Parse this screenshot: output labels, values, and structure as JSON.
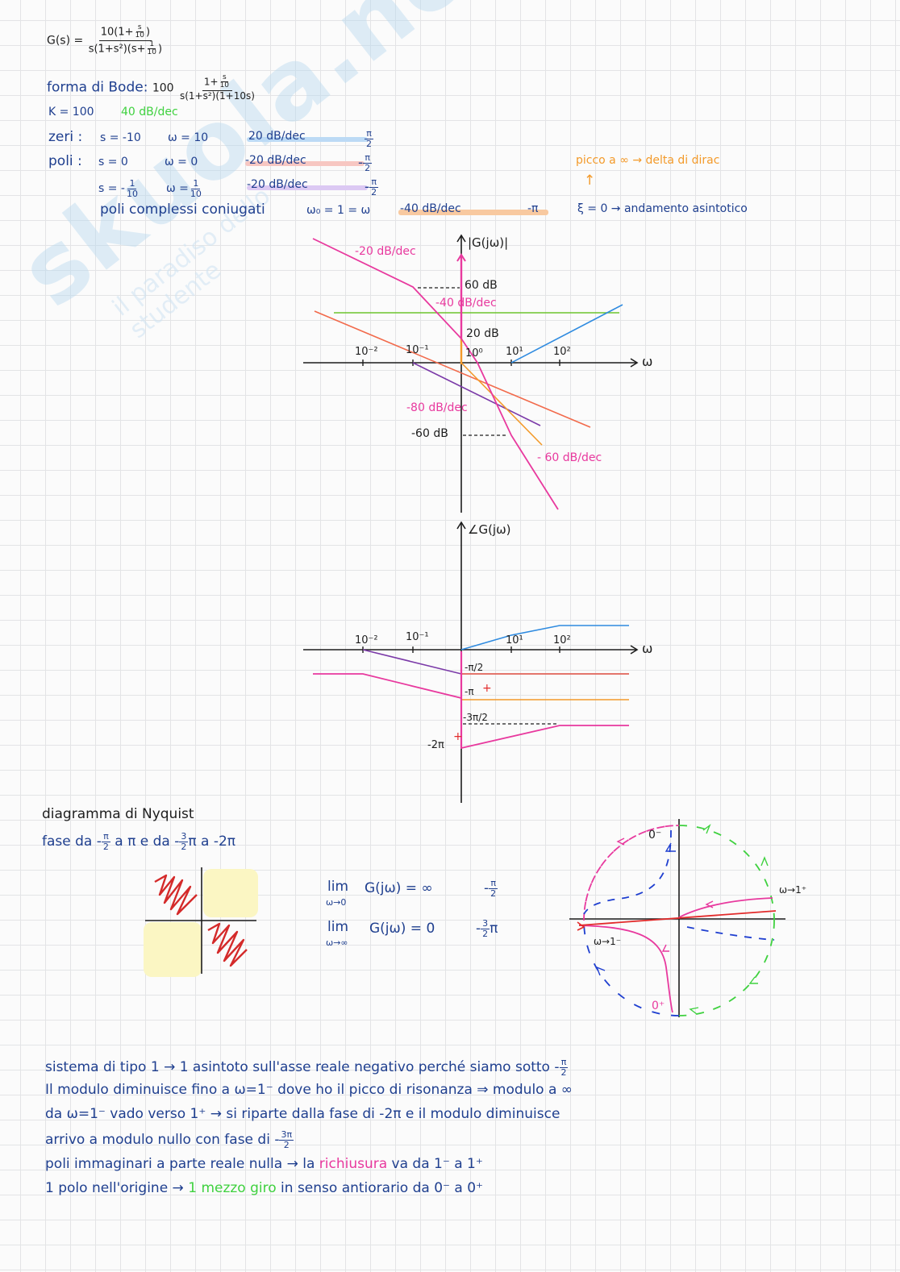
{
  "transfer_function": {
    "lhs": "G(s) =",
    "num": "10(1+",
    "num_frac_n": "s",
    "num_frac_d": "10",
    "num_end": ")",
    "den": "s(1+s²)(s+",
    "den_frac_n": "1",
    "den_frac_d": "10",
    "den_end": ")"
  },
  "bode_form": {
    "label": "forma di Bode:",
    "gain": "100",
    "num": "1+",
    "num_n": "s",
    "num_d": "10",
    "den": "s(1+s²)(1+10s)"
  },
  "gain_row": {
    "k": "K = 100",
    "slope": "40 dB/dec"
  },
  "zeri_row": {
    "label": "zeri :",
    "s": "s = -10",
    "w": "ω = 10",
    "slope": "20 dB/dec",
    "phase_n": "π",
    "phase_d": "2"
  },
  "poli_rows": [
    {
      "label": "poli :",
      "s": "s = 0",
      "w": "ω = 0",
      "slope": "-20 dB/dec",
      "phase_sign": "-",
      "phase_n": "π",
      "phase_d": "2"
    },
    {
      "label": "",
      "s": "s = -",
      "s_n": "1",
      "s_d": "10",
      "w": "ω =",
      "w_n": "1",
      "w_d": "10",
      "slope": "-20 dB/dec",
      "phase_sign": "-",
      "phase_n": "π",
      "phase_d": "2"
    }
  ],
  "complex_row": {
    "label": "poli complessi coniugati",
    "w0": "ω₀ = 1 = ω",
    "slope": "-40 dB/dec",
    "phase": "-π"
  },
  "picco": {
    "text": "picco a ∞ → delta di dirac",
    "arrow": "↑",
    "xi": "ξ = 0 → andamento asintotico"
  },
  "magnitude_plot": {
    "ylabel": "|G(jω)|",
    "xlabel": "ω",
    "ticks": [
      "10⁻²",
      "10⁻¹",
      "10⁰",
      "10¹",
      "10²"
    ],
    "annotations": [
      "-20 dB/dec",
      "60 dB",
      "-40 dB/dec",
      "20 dB",
      "-80 dB/dec",
      "-60 dB",
      "- 60 dB/dec"
    ]
  },
  "phase_plot": {
    "ylabel": "∠G(jω)",
    "xlabel": "ω",
    "ticks": [
      "10⁻²",
      "10⁻¹",
      "10¹",
      "10²"
    ],
    "annotations": [
      "-π/2",
      "-π",
      "+",
      "-3π/2",
      "-2π",
      "+"
    ]
  },
  "nyquist": {
    "title": "diagramma di Nyquist",
    "phase_line": "fase da -",
    "phase_frac_n": "π",
    "phase_frac_d": "2",
    "phase_mid": "a π e da -",
    "phase_frac2_n": "3",
    "phase_frac2_d": "2",
    "phase_end": "π a -2π",
    "lim1": "lim",
    "lim1_sub": "ω→0",
    "lim1_expr": "G(jω) = ∞",
    "lim1_phase_sign": "-",
    "lim1_phase_n": "π",
    "lim1_phase_d": "2",
    "lim2": "lim",
    "lim2_sub": "ω→∞",
    "lim2_expr": "G(jω) = 0",
    "lim2_phase_sign": "-",
    "lim2_phase_n": "3",
    "lim2_phase_d": "2",
    "lim2_phase_end": "π",
    "labels": {
      "o_minus": "0⁻",
      "o_plus": "0⁺",
      "w_1plus": "ω→1⁺",
      "w_1minus": "ω→1⁻"
    }
  },
  "notes": [
    {
      "text": "sistema di tipo 1 → 1 asintoto  sull'asse reale negativo perché siamo sotto -",
      "frac_n": "π",
      "frac_d": "2"
    },
    {
      "text": "Il modulo diminuisce  fino a ω=1⁻ dove ho il picco di risonanza  ⇒ modulo  a ∞"
    },
    {
      "text": "da ω=1⁻ vado verso 1⁺ → si riparte dalla  fase di -2π  e il  modulo  diminuisce"
    },
    {
      "text": "arrivo a modulo nullo con  fase di -",
      "frac_n": "3π",
      "frac_d": "2"
    },
    {
      "pre": "poli immaginari a parte reale nulla → la ",
      "hl": "richiusura",
      "post": " va da 1⁻ a 1⁺"
    },
    {
      "pre": "1 polo nell'origine  → ",
      "hl": "1 mezzo giro",
      "post": " in senso antiorario da 0⁻ a 0⁺"
    }
  ],
  "watermark": {
    "brand": "skuola.net",
    "tagline": "il paradiso dello studente"
  },
  "colors": {
    "navy": "#1f3f8f",
    "pink": "#e8399e",
    "orange": "#f39a2a",
    "blue": "#2f8be0",
    "green": "#6cc42c",
    "purple": "#7b3aa8",
    "red": "#e22b2b",
    "salmon": "#f26a4b"
  }
}
